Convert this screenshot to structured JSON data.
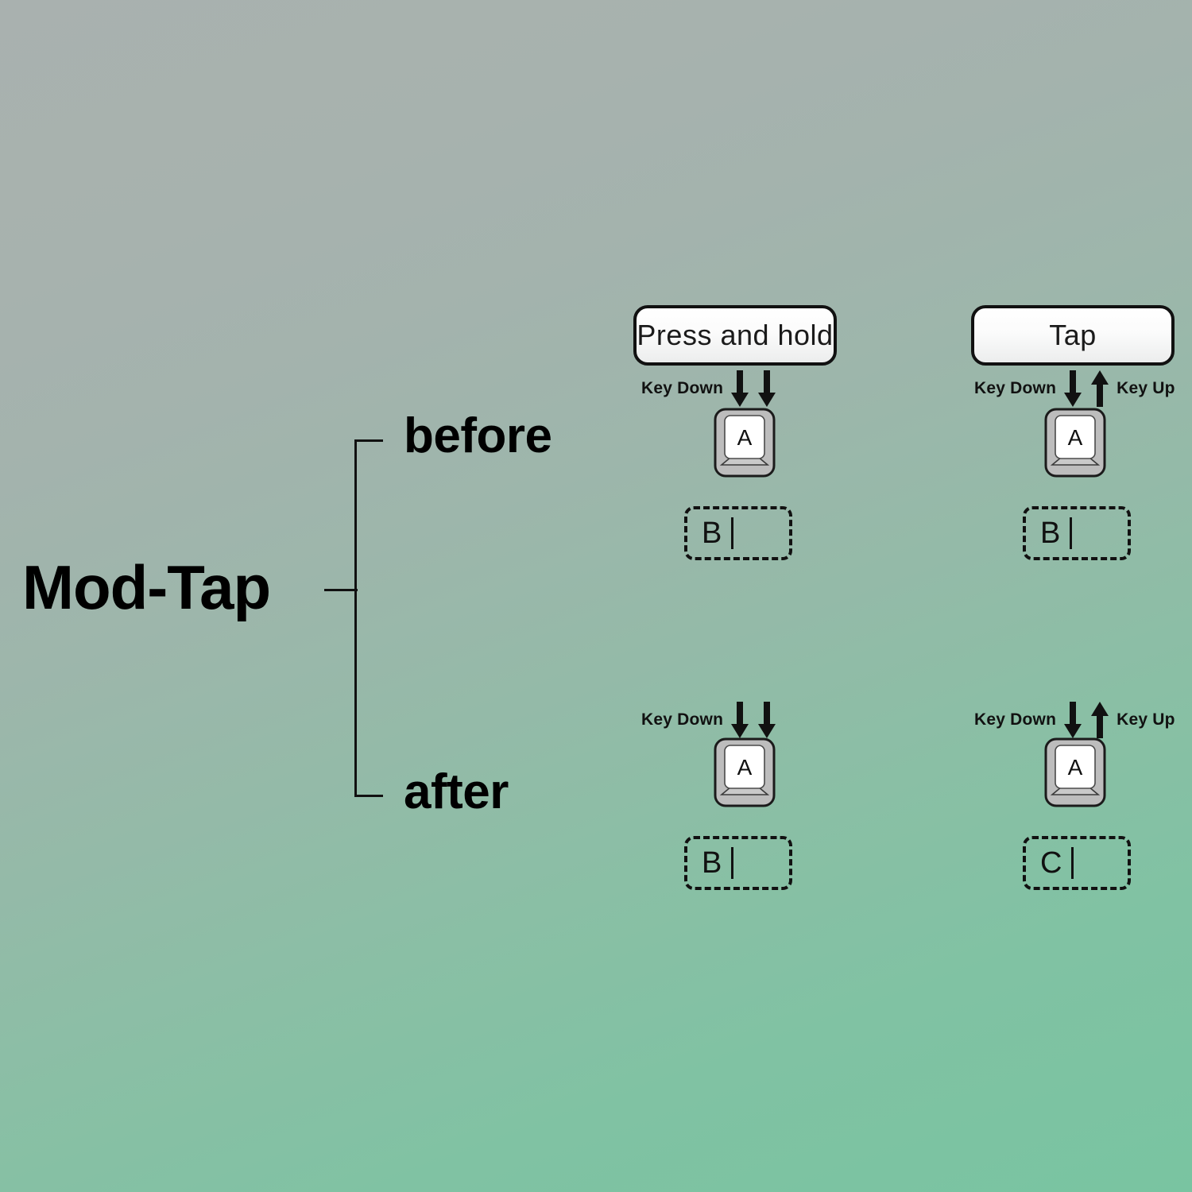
{
  "diagram": {
    "title": "Mod-Tap",
    "branches": [
      {
        "label": "before"
      },
      {
        "label": "after"
      }
    ],
    "columns": [
      {
        "action_label": "Press and hold"
      },
      {
        "action_label": "Tap"
      }
    ],
    "events": {
      "key_down": "Key Down",
      "key_up": "Key Up"
    },
    "keycap_legend": "A",
    "cells": [
      {
        "row": "before",
        "column": "Press and hold",
        "events_left": "Key Down",
        "events_right": "",
        "arrows": [
          "down",
          "down"
        ],
        "keycap": "A",
        "output_char": "B"
      },
      {
        "row": "before",
        "column": "Tap",
        "events_left": "Key Down",
        "events_right": "Key Up",
        "arrows": [
          "down",
          "up"
        ],
        "keycap": "A",
        "output_char": "B"
      },
      {
        "row": "after",
        "column": "Press and hold",
        "events_left": "Key Down",
        "events_right": "",
        "arrows": [
          "down",
          "down"
        ],
        "keycap": "A",
        "output_char": "B"
      },
      {
        "row": "after",
        "column": "Tap",
        "events_left": "Key Down",
        "events_right": "Key Up",
        "arrows": [
          "down",
          "up"
        ],
        "keycap": "A",
        "output_char": "C"
      }
    ]
  },
  "colors": {
    "background_start": "#a9b1af",
    "background_end": "#79c4a1",
    "ink": "#111111",
    "keycap_body": "#b9b9b9",
    "keycap_face": "#ffffff",
    "pill_fill": "#fbfbfb"
  }
}
